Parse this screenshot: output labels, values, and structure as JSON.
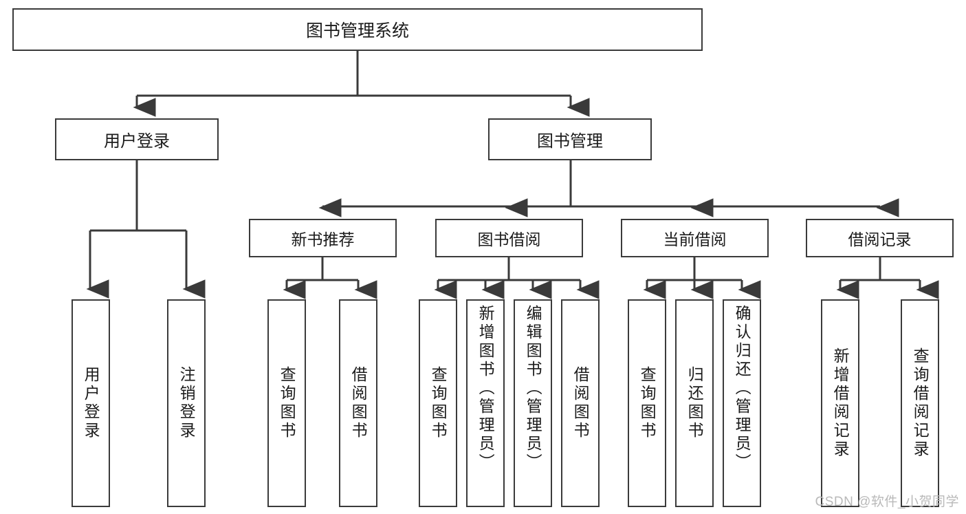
{
  "diagram": {
    "title": "图书管理系统",
    "type": "tree",
    "watermark": "CSDN @软件_小贺同学",
    "stroke_color": "#3a3a3a",
    "text_color": "#1b1b1b",
    "background": "#ffffff",
    "levels": {
      "root": {
        "label": "图书管理系统"
      },
      "level2": [
        {
          "id": "user-login",
          "label": "用户登录"
        },
        {
          "id": "book-manage",
          "label": "图书管理"
        }
      ],
      "level3": [
        {
          "id": "new-book-recommend",
          "label": "新书推荐",
          "parent": "book-manage"
        },
        {
          "id": "book-borrow",
          "label": "图书借阅",
          "parent": "book-manage"
        },
        {
          "id": "current-borrow",
          "label": "当前借阅",
          "parent": "book-manage"
        },
        {
          "id": "borrow-record",
          "label": "借阅记录",
          "parent": "book-manage"
        }
      ],
      "leaves": [
        {
          "id": "leaf-user-login",
          "label": "用户登录",
          "parent": "user-login"
        },
        {
          "id": "leaf-user-logout",
          "label": "注销登录",
          "parent": "user-login"
        },
        {
          "id": "leaf-query-book-1",
          "label": "查询图书",
          "parent": "new-book-recommend"
        },
        {
          "id": "leaf-borrow-book-1",
          "label": "借阅图书",
          "parent": "new-book-recommend"
        },
        {
          "id": "leaf-query-book-2",
          "label": "查询图书",
          "parent": "book-borrow"
        },
        {
          "id": "leaf-add-book",
          "label": "新增图书（管理员）",
          "parent": "book-borrow"
        },
        {
          "id": "leaf-edit-book",
          "label": "编辑图书（管理员）",
          "parent": "book-borrow"
        },
        {
          "id": "leaf-borrow-book-2",
          "label": "借阅图书",
          "parent": "book-borrow"
        },
        {
          "id": "leaf-query-book-3",
          "label": "查询图书",
          "parent": "current-borrow"
        },
        {
          "id": "leaf-return-book",
          "label": "归还图书",
          "parent": "current-borrow"
        },
        {
          "id": "leaf-confirm-return",
          "label": "确认归还（管理员）",
          "parent": "current-borrow"
        },
        {
          "id": "leaf-add-record",
          "label": "新增借阅记录",
          "parent": "borrow-record"
        },
        {
          "id": "leaf-query-record",
          "label": "查询借阅记录",
          "parent": "borrow-record"
        }
      ]
    }
  }
}
